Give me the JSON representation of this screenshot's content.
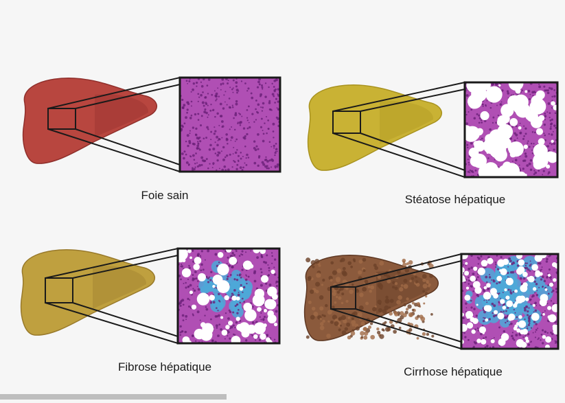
{
  "panels": [
    {
      "id": "healthy",
      "label": "Foie sain",
      "liver_color": "#b8463f",
      "liver_dark": "#8f2f2b",
      "tissue": "dense"
    },
    {
      "id": "steatosis",
      "label": "Stéatose hépatique",
      "liver_color": "#c9b234",
      "liver_dark": "#a8921f",
      "tissue": "fat"
    },
    {
      "id": "fibrosis",
      "label": "Fibrose hépatique",
      "liver_color": "#bfa03f",
      "liver_dark": "#98792a",
      "tissue": "fibrosis"
    },
    {
      "id": "cirrhosis",
      "label": "Cirrhose hépatique",
      "liver_color": "#8b5a3c",
      "liver_dark": "#5e3823",
      "tissue": "cirrhosis"
    }
  ],
  "colors": {
    "tissue_bg": "#b04fb4",
    "nuclei": "#6a1f78",
    "fat": "#ffffff",
    "fibrous": "#4da8d8",
    "outline": "#1a1a1a",
    "label": "#1a1a1a"
  }
}
